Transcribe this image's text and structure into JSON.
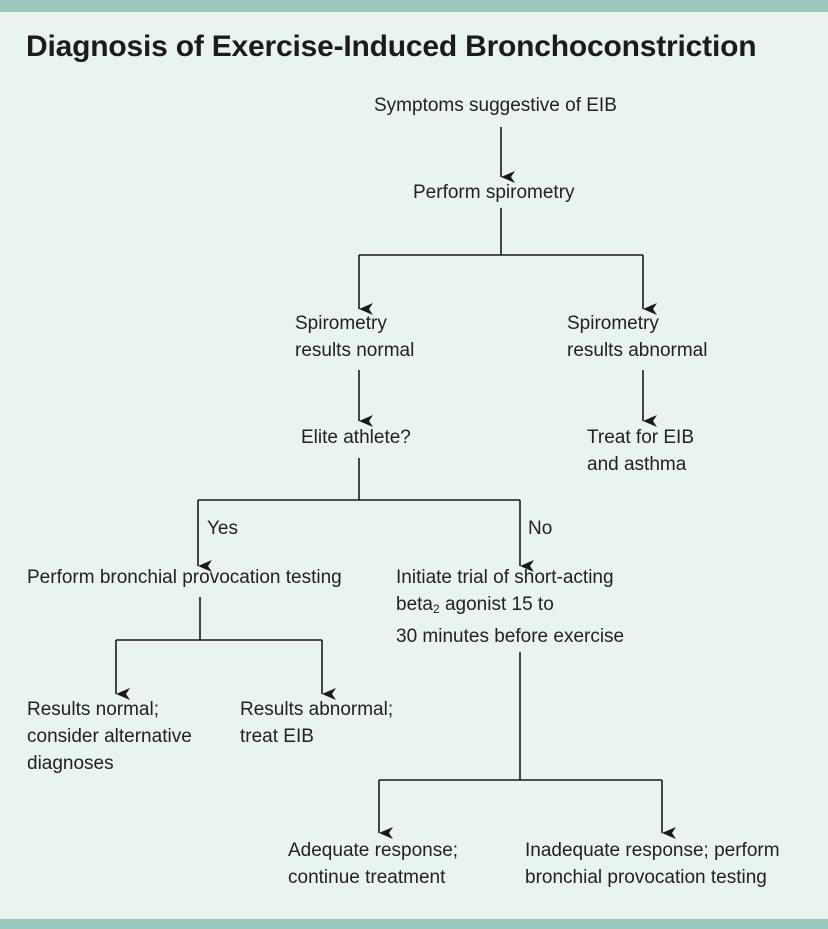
{
  "title": "Diagnosis of Exercise-Induced Bronchoconstriction",
  "nodes": {
    "symptoms": [
      "Symptoms suggestive of EIB"
    ],
    "spirometry": [
      "Perform spirometry"
    ],
    "normal": [
      "Spirometry",
      "results normal"
    ],
    "abnormal": [
      "Spirometry",
      "results abnormal"
    ],
    "treat_eib_asthma": [
      "Treat for EIB",
      "and asthma"
    ],
    "elite": [
      "Elite athlete?"
    ],
    "bronchial_testing": [
      "Perform bronchial provocation testing"
    ],
    "trial": [
      "Initiate trial of short-acting",
      "beta",
      "2",
      " agonist 15 to",
      "30 minutes before exercise"
    ],
    "results_normal": [
      "Results normal;",
      "consider alternative",
      "diagnoses"
    ],
    "results_abnormal": [
      "Results abnormal;",
      "treat EIB"
    ],
    "adequate": [
      "Adequate response;",
      "continue treatment"
    ],
    "inadequate": [
      "Inadequate response; perform",
      "bronchial provocation testing"
    ]
  },
  "edge_labels": {
    "yes": "Yes",
    "no": "No"
  }
}
